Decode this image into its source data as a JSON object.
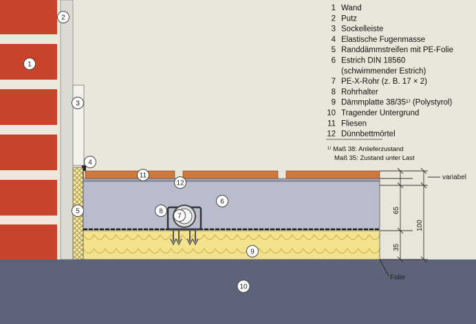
{
  "legend": [
    {
      "num": "1",
      "text": "Wand"
    },
    {
      "num": "2",
      "text": "Putz"
    },
    {
      "num": "3",
      "text": "Sockelleiste"
    },
    {
      "num": "4",
      "text": "Elastische Fugenmasse"
    },
    {
      "num": "5",
      "text": "Randdämmstreifen mit PE-Folie"
    },
    {
      "num": "6",
      "text": "Estrich DIN 18560"
    },
    {
      "num": "",
      "text": "(schwimmender Estrich)"
    },
    {
      "num": "7",
      "text": "PE-X-Rohr (z. B. 17 × 2)"
    },
    {
      "num": "8",
      "text": "Rohrhalter"
    },
    {
      "num": "9",
      "text": "Dämmplatte 38/35¹⁾ (Polystyrol)"
    },
    {
      "num": "10",
      "text": "Tragender Untergrund"
    },
    {
      "num": "11",
      "text": "Fliesen"
    },
    {
      "num": "12",
      "text": "Dünnbettmörtel"
    }
  ],
  "footnote": {
    "line1": "¹⁾ Maß 38: Anlieferzustand",
    "line2": "Maß 35: Zustand unter Last"
  },
  "markers": {
    "m1": "1",
    "m2": "2",
    "m3": "3",
    "m4": "4",
    "m5": "5",
    "m6": "6",
    "m7": "7",
    "m8": "8",
    "m9": "9",
    "m10": "10",
    "m11": "11",
    "m12": "12"
  },
  "dimensions": {
    "variabel": "variabel",
    "d65": "65",
    "d100": "100",
    "d35": "35"
  },
  "labels": {
    "folie": "Folie"
  },
  "colors": {
    "background": "#e9e6da",
    "brick": "#c9432a",
    "mortar": "#ece8dc",
    "plaster": "#dcdbd3",
    "screed": "#b9bccd",
    "tile": "#d0773e",
    "insulation": "#f3e28e",
    "subfloor": "#5d6378"
  }
}
